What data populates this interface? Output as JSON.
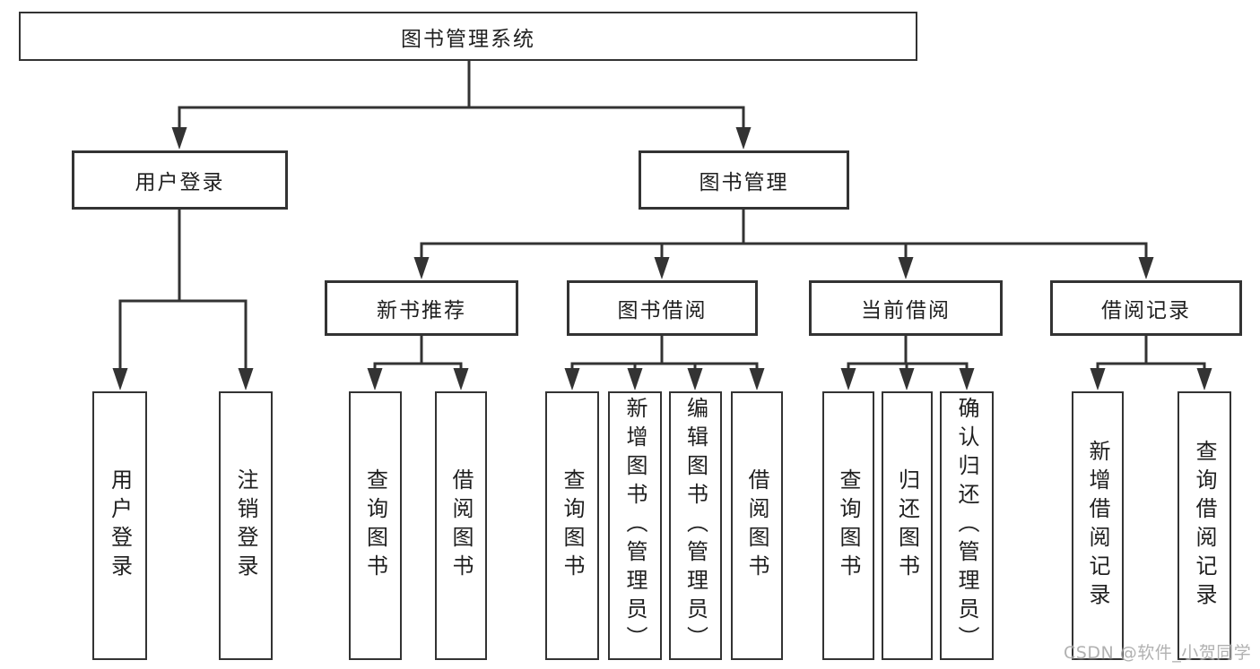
{
  "colors": {
    "line": "#333333",
    "text": "#1f1f1f",
    "watermark": "rgba(158,158,158,0.8)",
    "background": "#ffffff"
  },
  "watermark": {
    "text": "CSDN @软件_小贺同学"
  },
  "tree": {
    "root": {
      "label": "图书管理系统"
    },
    "branches": [
      {
        "label": "用户登录",
        "children": [
          {
            "label": "用户登录"
          },
          {
            "label": "注销登录"
          }
        ]
      },
      {
        "label": "图书管理",
        "children": [
          {
            "label": "新书推荐",
            "children": [
              {
                "label": "查询图书"
              },
              {
                "label": "借阅图书"
              }
            ]
          },
          {
            "label": "图书借阅",
            "children": [
              {
                "label": "查询图书"
              },
              {
                "label": "新增图书（管理员）"
              },
              {
                "label": "编辑图书（管理员）"
              },
              {
                "label": "借阅图书"
              }
            ]
          },
          {
            "label": "当前借阅",
            "children": [
              {
                "label": "查询图书"
              },
              {
                "label": "归还图书"
              },
              {
                "label": "确认归还（管理员）"
              }
            ]
          },
          {
            "label": "借阅记录",
            "children": [
              {
                "label": "新增借阅记录"
              },
              {
                "label": "查询借阅记录"
              }
            ]
          }
        ]
      }
    ]
  }
}
